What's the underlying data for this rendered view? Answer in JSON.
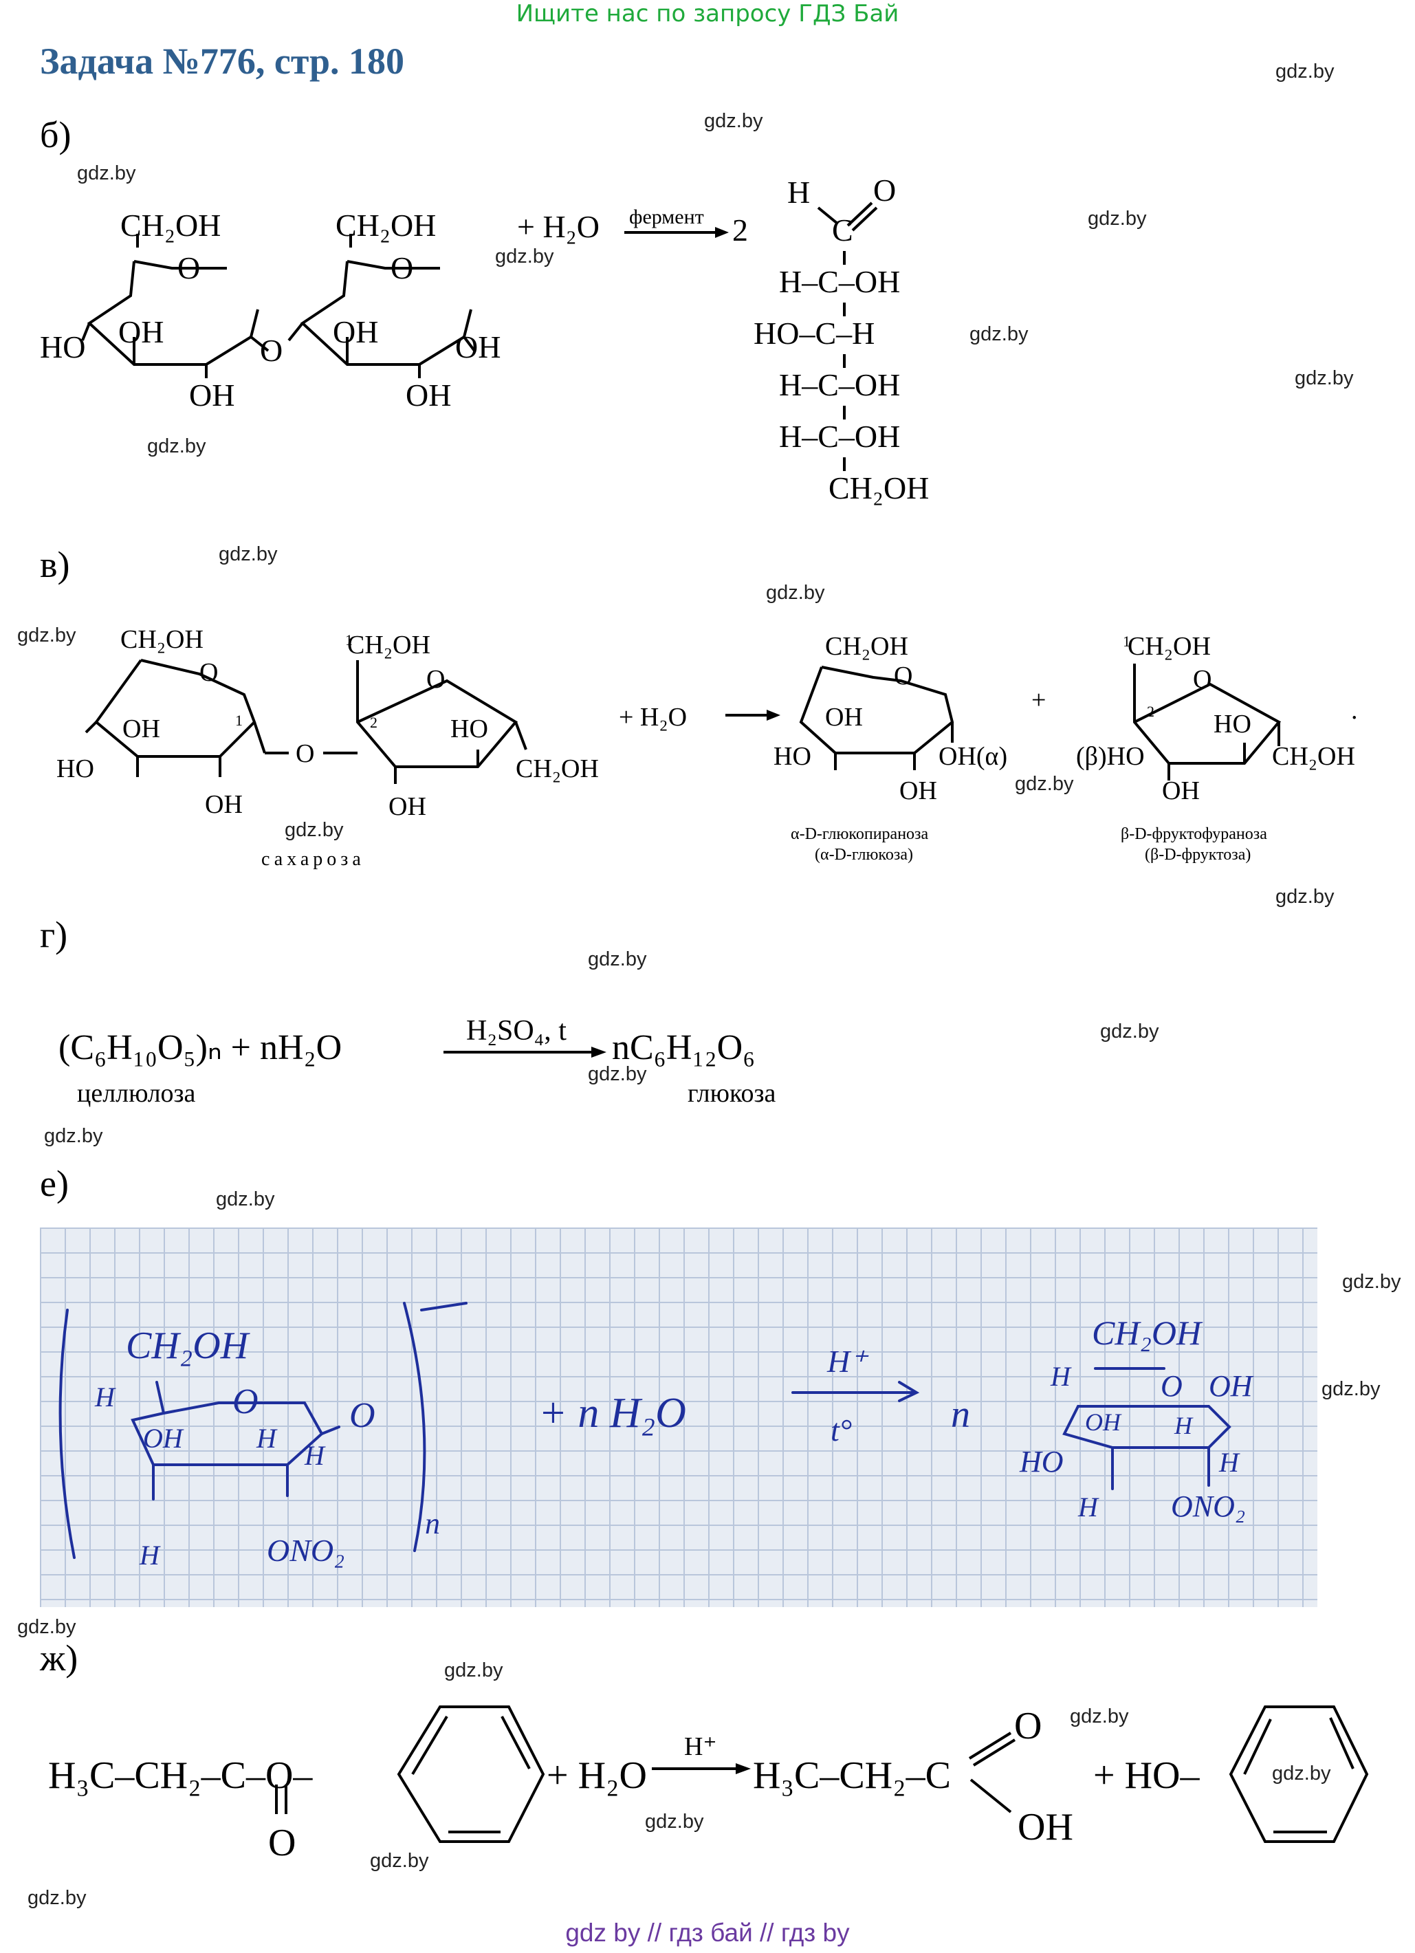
{
  "banner": "Ищите нас по запросу ГДЗ Бай",
  "title": "Задача №776, стр. 180",
  "watermark": "gdz.by",
  "footer": "gdz by  //  гдз бай  //  гдз by",
  "sections": {
    "b": {
      "label": "б)",
      "ch2oh": "CH₂OH",
      "ring_o": "O",
      "ho": "HO",
      "oh": "OH",
      "bridge_o": "O",
      "plus_water": "+ H₂O",
      "arrow_label": "фермент",
      "coef": "2",
      "chain": [
        "H",
        "O",
        "C",
        "H–C–OH",
        "HO–C–H",
        "H–C–OH",
        "H–C–OH",
        "CH₂OH"
      ]
    },
    "v": {
      "label": "в)",
      "sucrose": "сахароза",
      "ch2oh": "CH₂OH",
      "num1": "1",
      "num2": "2",
      "ho": "HO",
      "oh": "OH",
      "o": "O",
      "plus_water": "+ H₂O",
      "plus": "+",
      "oh_alpha": "OH(α)",
      "beta_ho": "(β)HO",
      "dot": ".",
      "glucopyranose": "α-D-глюкопираноза",
      "glucose": "(α-D-глюкоза)",
      "fructofuranose": "β-D-фруктофураноза",
      "fructose": "(β-D-фруктоза)"
    },
    "g": {
      "label": "г)",
      "left": "(C₆H₁₀O₅)ₙ + nH₂O",
      "condition": "H₂SO₄, t",
      "right": "nC₆H₁₂O₆",
      "cellulose": "целлюлоза",
      "glucose": "глюкоза"
    },
    "e": {
      "label": "е)",
      "ch2oh": "CH₂OH",
      "h": "H",
      "o": "O",
      "oh": "OH",
      "ono2": "ONO₂",
      "n": "n",
      "plus_water": "+ n H₂O",
      "h_plus": "H⁺",
      "t": "t°",
      "ho": "HO"
    },
    "zh": {
      "label": "ж)",
      "ester_left": "H₃C–CH₂–C–O–",
      "carbonyl_o": "O",
      "plus_water": "+ H₂O",
      "h_plus": "H⁺",
      "acid": "H₃C–CH₂–C",
      "acid_o": "O",
      "acid_oh": "OH",
      "phenol_ho": "+ HO–"
    }
  }
}
